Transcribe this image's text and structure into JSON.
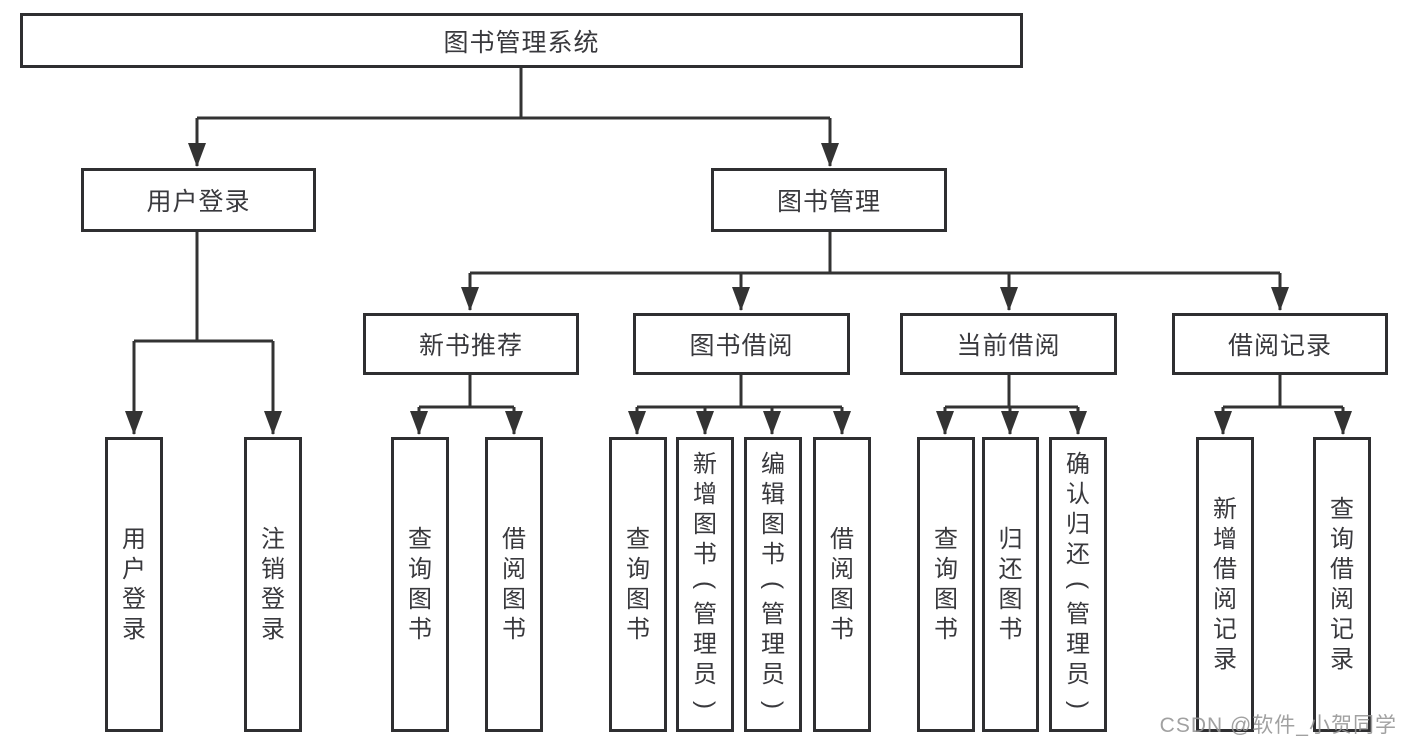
{
  "diagram_title": "图书管理系统",
  "tree": {
    "root": {
      "label": "图书管理系统"
    },
    "branches": [
      {
        "label": "用户登录",
        "children": [
          {
            "label": "用户登录"
          },
          {
            "label": "注销登录"
          }
        ]
      },
      {
        "label": "图书管理",
        "children": [
          {
            "label": "新书推荐",
            "children": [
              {
                "label": "查询图书"
              },
              {
                "label": "借阅图书"
              }
            ]
          },
          {
            "label": "图书借阅",
            "children": [
              {
                "label": "查询图书"
              },
              {
                "label": "新增图书（管理员）"
              },
              {
                "label": "编辑图书（管理员）"
              },
              {
                "label": "借阅图书"
              }
            ]
          },
          {
            "label": "当前借阅",
            "children": [
              {
                "label": "查询图书"
              },
              {
                "label": "归还图书"
              },
              {
                "label": "确认归还（管理员）"
              }
            ]
          },
          {
            "label": "借阅记录",
            "children": [
              {
                "label": "新增借阅记录"
              },
              {
                "label": "查询借阅记录"
              }
            ]
          }
        ]
      }
    ]
  },
  "watermark": "CSDN @软件_小贺同学",
  "colors": {
    "line": "#333333",
    "box_border": "#2f2f31",
    "text": "#39393d",
    "watermark": "#949494",
    "background": "#ffffff"
  }
}
